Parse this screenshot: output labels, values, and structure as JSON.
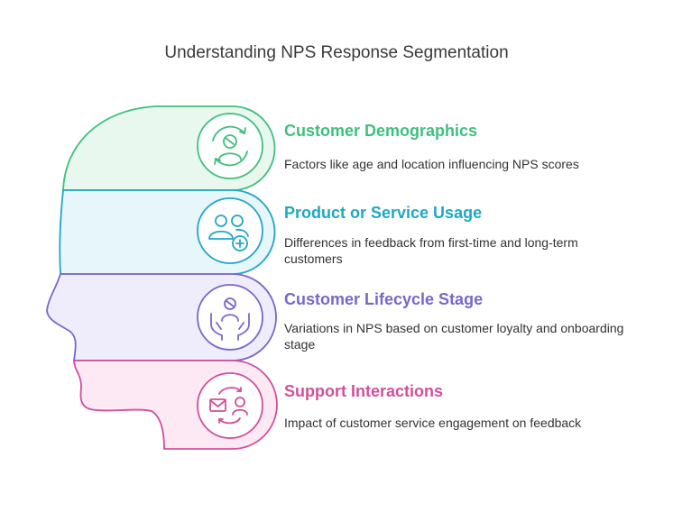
{
  "title": "Understanding NPS Response Segmentation",
  "segments": [
    {
      "title": "Customer Demographics",
      "description": "Factors like age and location influencing NPS scores",
      "color": "#3fbf7f",
      "fill": "#e9f8ef",
      "icon": "person-cycle-icon"
    },
    {
      "title": "Product or Service Usage",
      "description": "Differences in feedback from first-time and long-term customers",
      "color": "#1fa8c4",
      "fill": "#e6f6fb",
      "icon": "users-add-icon"
    },
    {
      "title": "Customer Lifecycle Stage",
      "description": "Variations in NPS based on customer loyalty and onboarding stage",
      "color": "#7a66cc",
      "fill": "#efedfb",
      "icon": "person-hands-icon"
    },
    {
      "title": "Support Interactions",
      "description": "Impact of customer service engagement on feedback",
      "color": "#d24f9a",
      "fill": "#fce9f3",
      "icon": "mail-person-exchange-icon"
    }
  ]
}
